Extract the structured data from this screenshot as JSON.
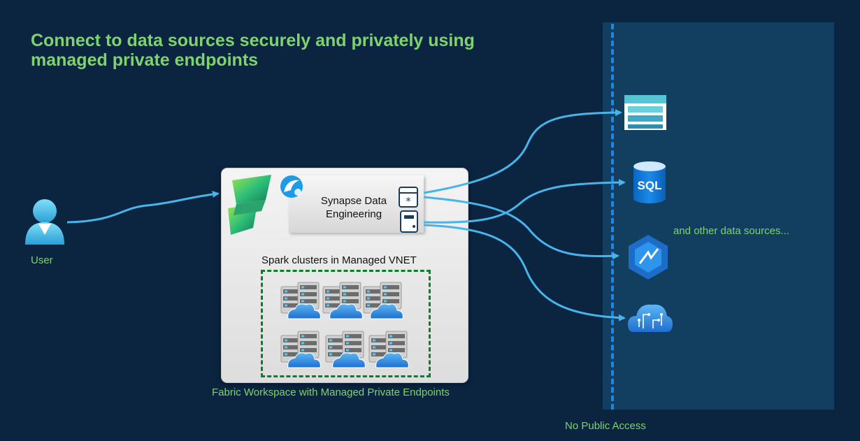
{
  "title": "Connect to data sources securely and privately using managed private endpoints",
  "user_label": "User",
  "workspace": {
    "caption": "Fabric Workspace with Managed Private Endpoints",
    "synapse_label": "Synapse Data Engineering",
    "spark_label": "Spark clusters in Managed VNET"
  },
  "public_zone": {
    "caption": "No Public Access",
    "other_sources": "and other data sources...",
    "sql_text": "SQL"
  },
  "colors": {
    "background": "#0b2440",
    "accent_green": "#7fd36e",
    "connector_blue": "#49b4e9",
    "dashed_boundary": "#1f86e6"
  },
  "icons": [
    "user-icon",
    "fabric-logo-icon",
    "synapse-logo-icon",
    "notebook-icon",
    "server-icon",
    "storage-icon",
    "sql-database-icon",
    "synapse-pipeline-icon",
    "cognitive-services-icon"
  ]
}
